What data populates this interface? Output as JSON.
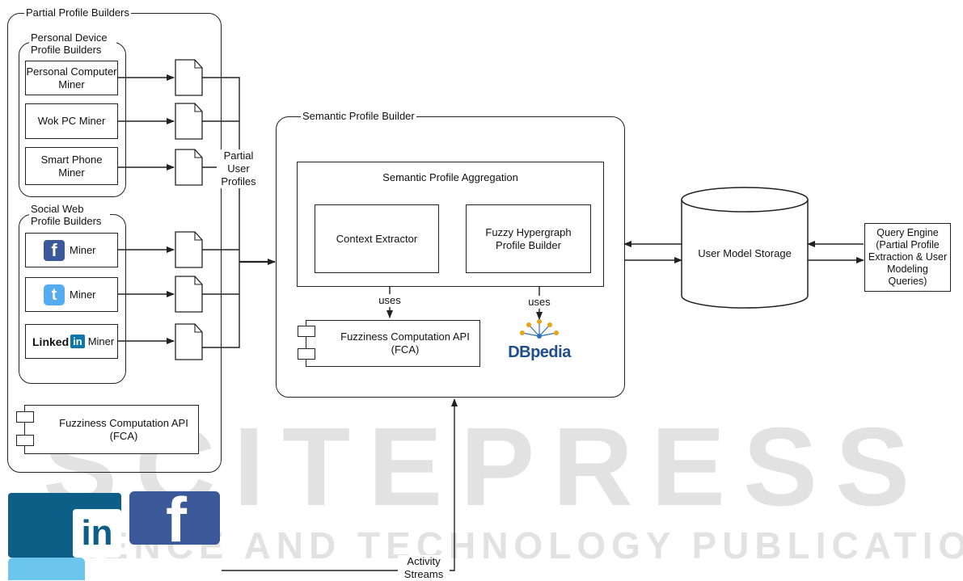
{
  "watermark": {
    "main": "SCITEPRESS",
    "sub": "SCIENCE AND TECHNOLOGY PUBLICATIONS"
  },
  "partial_profile_builders": {
    "title": "Partial Profile Builders",
    "personal_device": {
      "title": "Personal Device Profile Builders",
      "miners": [
        "Personal Computer Miner",
        "Wok PC Miner",
        "Smart Phone Miner"
      ]
    },
    "social_web": {
      "title": "Social Web Profile Builders",
      "miners": [
        {
          "logo": "facebook-logo",
          "logo_text": "f",
          "label": "Miner"
        },
        {
          "logo": "twitter-logo",
          "logo_text": "t",
          "label": "Miner"
        },
        {
          "logo": "linkedin-logo",
          "logo_text": "Linked",
          "logo_text2": "in",
          "label": "Miner"
        }
      ]
    },
    "fca": "Fuzziness Computation API (FCA)"
  },
  "partial_user_profiles_label": "Partial User Profiles",
  "semantic_profile_builder": {
    "title": "Semantic Profile Builder",
    "aggregation": {
      "title": "Semantic Profile Aggregation",
      "context_extractor": "Context Extractor",
      "fuzzy_builder": "Fuzzy Hypergraph Profile Builder"
    },
    "uses_left": "uses",
    "uses_right": "uses",
    "fca": "Fuzziness Computation API (FCA)",
    "dbpedia": "DBpedia"
  },
  "user_model_storage": "User Model Storage",
  "query_engine": "Query Engine (Partial Profile Extraction & User Modeling Queries)",
  "activity_streams": "Activity Streams",
  "colors": {
    "facebook": "#3b5998",
    "twitter": "#55acee",
    "linkedin": "#0e76a8",
    "dbpedia": "#1f4e8c",
    "stroke": "#222222"
  }
}
